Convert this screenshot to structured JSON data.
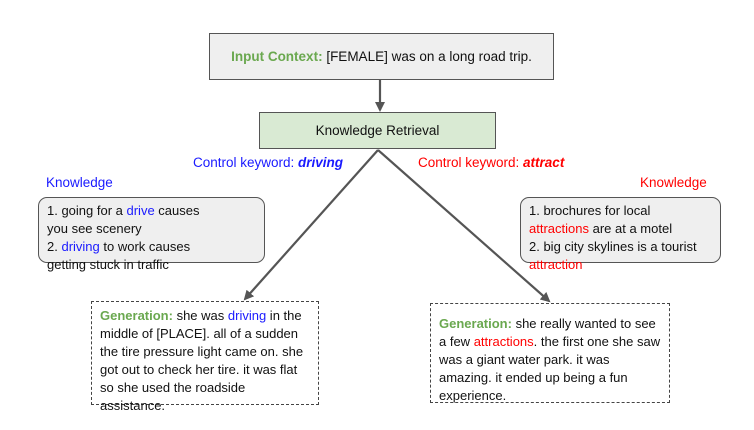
{
  "input_context": {
    "label": "Input Context:",
    "text": " [FEMALE] was on a long road trip."
  },
  "knowledge_retrieval": {
    "label": "Knowledge Retrieval"
  },
  "left_branch": {
    "control_prefix": "Control keyword: ",
    "control_keyword": "driving",
    "knowledge_label": "Knowledge",
    "knowledge": {
      "l1a": "1. going for a ",
      "l1kw": "drive",
      "l1b": " causes",
      "l1c": "you see scenery",
      "l2a": "2. ",
      "l2kw": "driving",
      "l2b": " to work causes",
      "l2c": "getting stuck in traffic"
    },
    "generation": {
      "label": "Generation:",
      "t1": " she was ",
      "kw": "driving",
      "t2": " in the middle of [PLACE]. all of a sudden the tire pressure light came on. she got out to check her tire. it was flat so she used the roadside assistance."
    }
  },
  "right_branch": {
    "control_prefix": "Control keyword: ",
    "control_keyword": "attract",
    "knowledge_label": "Knowledge",
    "knowledge": {
      "l1a": "1. brochures for local",
      "l1kw": "attractions",
      "l1b": " are at a motel",
      "l2a": "2. big city skylines is a tourist",
      "l2kw": "attraction"
    },
    "generation": {
      "label": "Generation:",
      "t1": " she really wanted to see a few ",
      "kw": "attractions",
      "t2": ". the first one she saw was a giant water park. it was amazing. it ended up being a fun experience."
    }
  },
  "colors": {
    "green": "#6aa84f",
    "blue": "#1a1aff",
    "red": "#ff0000",
    "box_grey": "#efefef",
    "box_green": "#d9ead3"
  }
}
